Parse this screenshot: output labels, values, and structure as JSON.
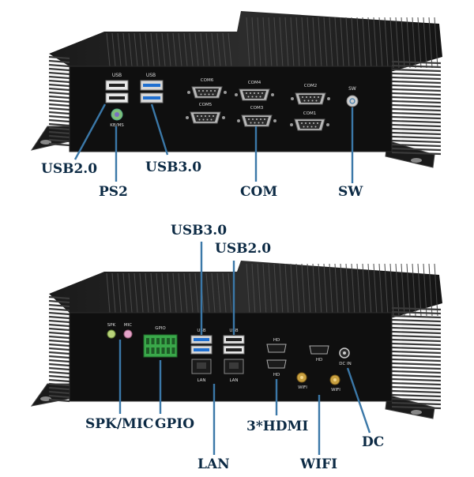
{
  "image": {
    "subject": "fanless-industrial-mini-pc",
    "colors": {
      "callout_text": "#0c2a44",
      "leader_line": "#3b78a8",
      "chassis": "#151515",
      "panel": "#0e0e0e",
      "usb3_blue": "#1f6fd0",
      "gpio_green": "#3aa84a"
    }
  },
  "top_panel": {
    "port_labels": {
      "usb": "USB",
      "usb3": "USB",
      "com6": "COM6",
      "com4": "COM4",
      "com2": "COM2",
      "com5": "COM5",
      "com3": "COM3",
      "com1": "COM1",
      "sw": "SW",
      "kbms": "KB/MS"
    },
    "callouts": {
      "usb2": "USB2.0",
      "ps2": "PS2",
      "usb3": "USB3.0",
      "com": "COM",
      "sw": "SW"
    }
  },
  "bottom_panel": {
    "port_labels": {
      "spk": "SPK",
      "mic": "MIC",
      "gpio": "GPIO",
      "usb_a": "USB",
      "usb_b": "USB",
      "lan_a": "LAN",
      "lan_b": "LAN",
      "hd1": "HD",
      "hd2": "HD",
      "hd3": "HD",
      "dcin": "DC IN",
      "wifi1": "WIFI",
      "wifi2": "WIFI"
    },
    "callouts": {
      "usb3": "USB3.0",
      "usb2": "USB2.0",
      "spkmic": "SPK/MIC",
      "gpio": "GPIO",
      "hdmi": "3*HDMI",
      "dc": "DC",
      "lan": "LAN",
      "wifi": "WIFI"
    }
  }
}
